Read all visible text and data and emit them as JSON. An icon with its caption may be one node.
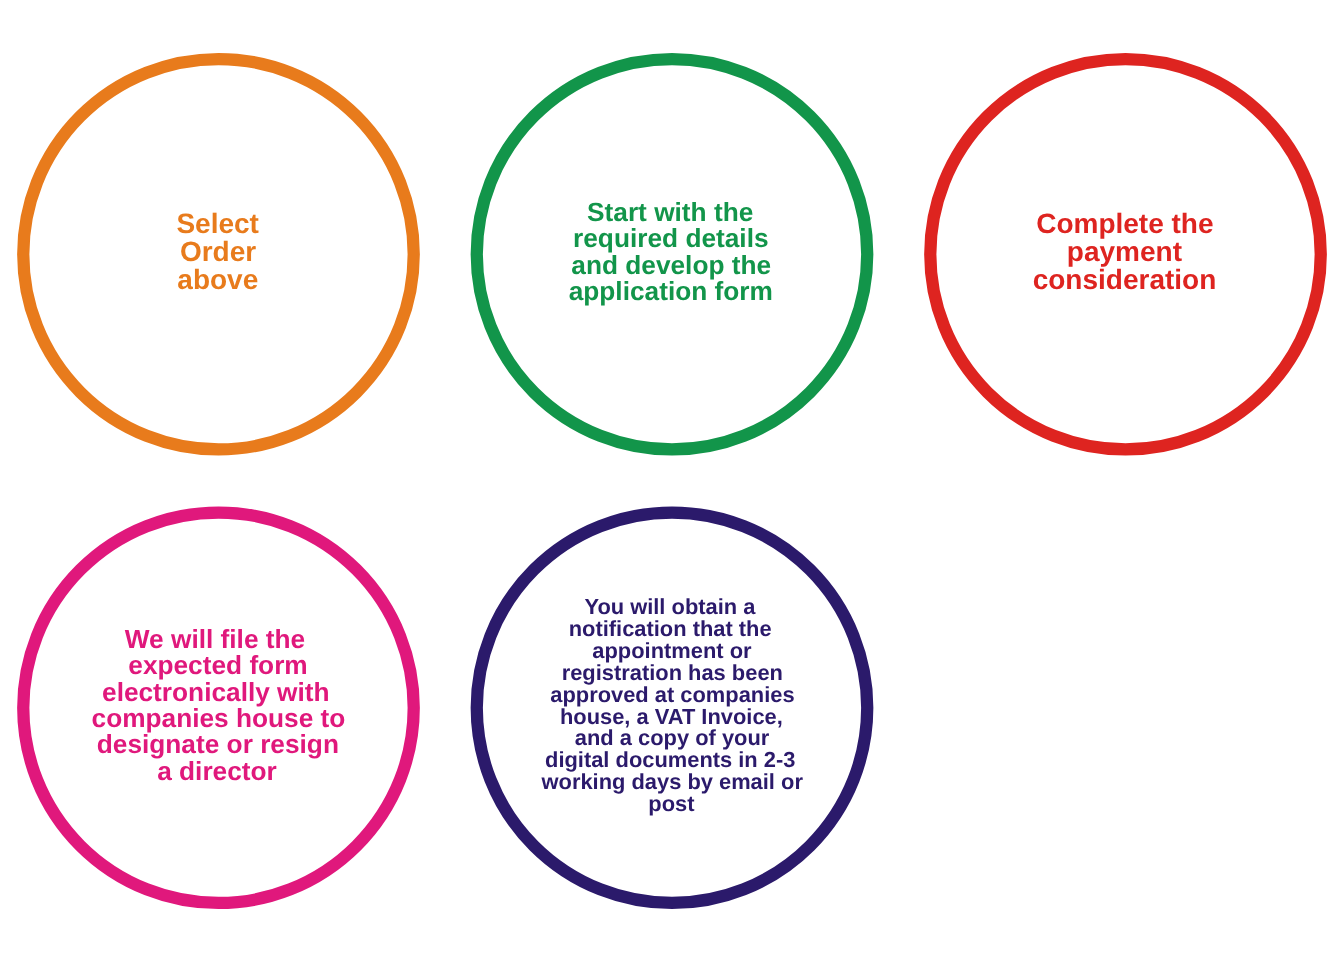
{
  "diagram": {
    "nodes": [
      {
        "text": [
          "Select Order above"
        ]
      },
      {
        "text": [
          "Start with the required details and develop the application form"
        ]
      },
      {
        "text": [
          "Complete the payment consideration"
        ]
      },
      {
        "text": [
          "We will file the expected form electronically with companies house to designate or resign a director"
        ]
      },
      {
        "text": [
          "You will obtain a notification that the appointment or registration has been approved at companies house, a VAT Invoice, and a copy of your digital documents in 2-3 working days by email or post"
        ]
      }
    ]
  }
}
